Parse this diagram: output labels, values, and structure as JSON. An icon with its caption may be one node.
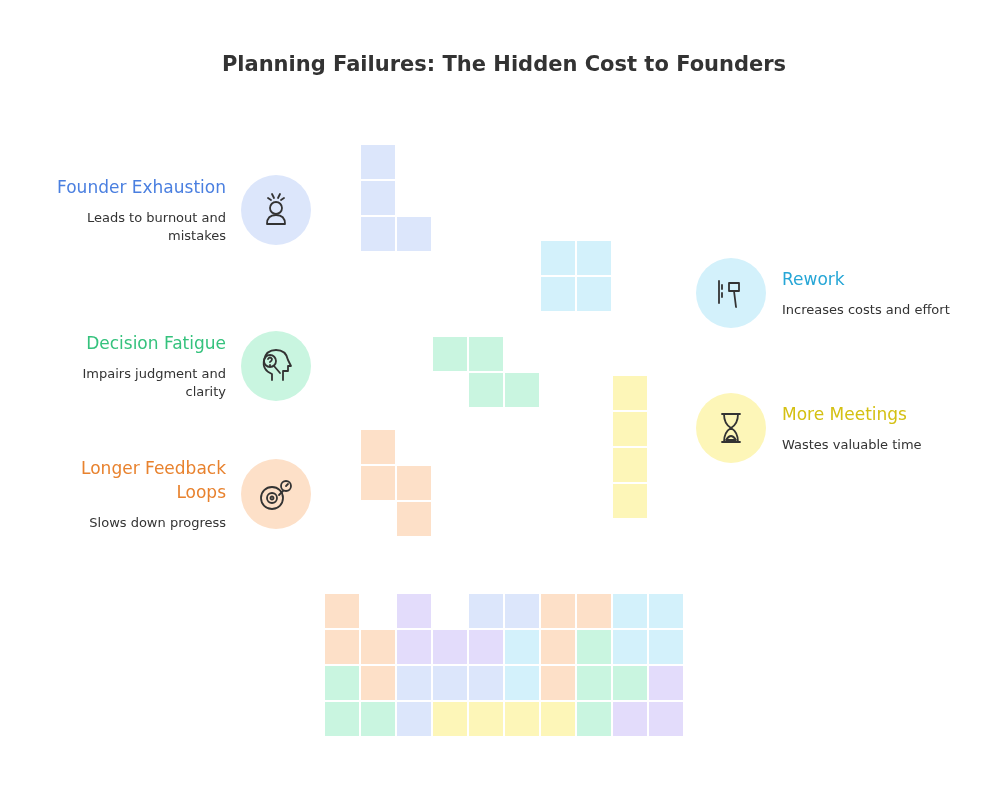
{
  "diagram": {
    "title": "Planning Failures: The Hidden Cost to Founders",
    "nodes": [
      {
        "text": [
          "Founder Exhaustion",
          "Leads to burnout and mistakes"
        ]
      },
      {
        "text": [
          "Rework",
          "Increases costs and effort"
        ]
      },
      {
        "text": [
          "Decision Fatigue",
          "Impairs judgment and clarity"
        ]
      },
      {
        "text": [
          "More Meetings",
          "Wastes valuable time"
        ]
      },
      {
        "text": [
          "Longer Feedback Loops",
          "Slows down progress"
        ]
      }
    ],
    "edges": []
  }
}
